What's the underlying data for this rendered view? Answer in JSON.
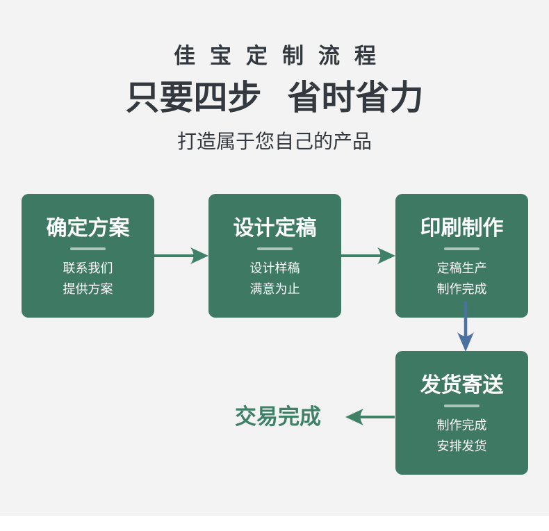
{
  "header": {
    "eyebrow": "佳宝定制流程",
    "title": "只要四步 省时省力",
    "subtitle": "打造属于您自己的产品"
  },
  "steps": [
    {
      "title": "确定方案",
      "lines": [
        "联系我们",
        "提供方案"
      ]
    },
    {
      "title": "设计定稿",
      "lines": [
        "设计样稿",
        "满意为止"
      ]
    },
    {
      "title": "印刷制作",
      "lines": [
        "定稿生产",
        "制作完成"
      ]
    },
    {
      "title": "发货寄送",
      "lines": [
        "制作完成",
        "安排发货"
      ]
    }
  ],
  "finish_label": "交易完成",
  "colors": {
    "background": "#f2f3f2",
    "heading": "#34393f",
    "card_green": "#3e7963",
    "card_text": "#ffffff",
    "divider": "#aac7bc",
    "arrow_green": "#3e8167",
    "arrow_blue": "#4a71a0",
    "finish_text": "#3e8167"
  }
}
